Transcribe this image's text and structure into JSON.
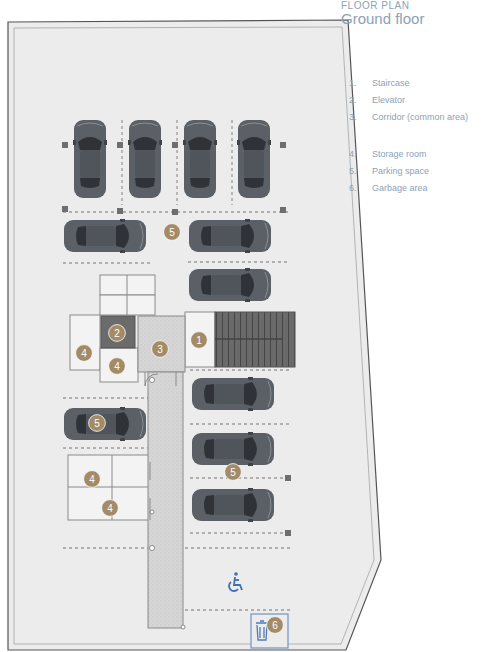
{
  "diagram": {
    "title": "FLOOR PLAN",
    "nodes": [
      {
        "text": [
          "5"
        ]
      },
      {
        "text": [
          "2"
        ]
      },
      {
        "text": [
          "1"
        ]
      },
      {
        "text": [
          "3"
        ]
      },
      {
        "text": [
          "4"
        ]
      },
      {
        "text": [
          "4"
        ]
      },
      {
        "text": [
          "5"
        ]
      },
      {
        "text": [
          "5"
        ]
      },
      {
        "text": [
          "4"
        ]
      },
      {
        "text": [
          "4"
        ]
      },
      {
        "text": [
          "6"
        ]
      }
    ],
    "labels": [
      "Ground floor",
      "1.",
      "Staircase",
      "2.",
      "Elevator",
      "3.",
      "Corridor (common area)",
      "4.",
      "Storage room",
      "5.",
      "Parking space",
      "6.",
      "Garbage area"
    ]
  }
}
